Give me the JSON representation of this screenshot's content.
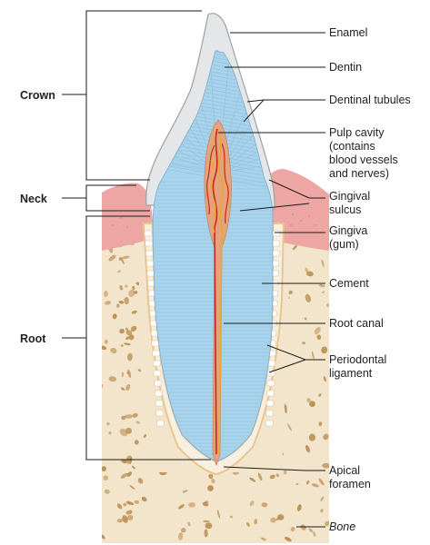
{
  "regions": [
    {
      "id": "crown",
      "label": "Crown"
    },
    {
      "id": "neck",
      "label": "Neck"
    },
    {
      "id": "root",
      "label": "Root"
    }
  ],
  "labels": {
    "enamel": "Enamel",
    "dentin": "Dentin",
    "dentinal_tubules": "Dentinal tubules",
    "pulp_cavity": [
      "Pulp cavity",
      "(contains",
      "blood vessels",
      "and nerves)"
    ],
    "gingival_sulcus": [
      "Gingival",
      "sulcus"
    ],
    "gingiva": [
      "Gingiva",
      "(gum)"
    ],
    "cement": "Cement",
    "root_canal": "Root canal",
    "periodontal_ligament": [
      "Periodontal",
      "ligament"
    ],
    "apical_foramen": [
      "Apical",
      "foramen"
    ],
    "bone": "Bone"
  },
  "colors": {
    "enamel": "#e4e6e8",
    "dentin": "#a8d3ec",
    "dentin_lines": "#8fbfdc",
    "pulp": "#e4a37c",
    "blood_vessel": "#c8281e",
    "nerve": "#e9a92a",
    "gingiva": "#eea6a4",
    "bone": "#f2e5cc",
    "bone_pores": "#b98c4e",
    "cement": "#e9c58f",
    "ligament_cells": "#ffffff"
  }
}
